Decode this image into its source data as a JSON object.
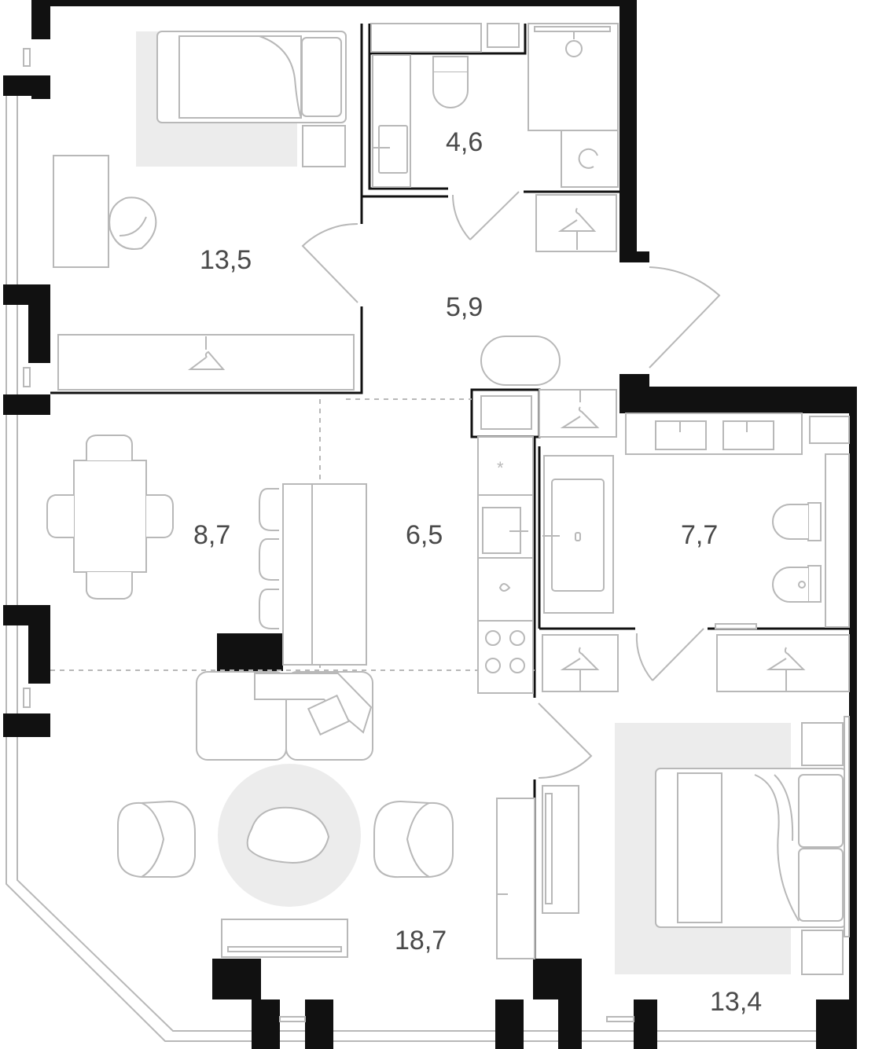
{
  "rooms": [
    {
      "id": "bedroom-1",
      "area": "13,5"
    },
    {
      "id": "bathroom-1",
      "area": "4,6"
    },
    {
      "id": "hall",
      "area": "5,9"
    },
    {
      "id": "dining",
      "area": "8,7"
    },
    {
      "id": "kitchen",
      "area": "6,5"
    },
    {
      "id": "bathroom-2",
      "area": "7,7"
    },
    {
      "id": "living",
      "area": "18,7"
    },
    {
      "id": "bedroom-2",
      "area": "13,4"
    }
  ],
  "colors": {
    "wall": "#111111",
    "line": "#b8b8b8",
    "rug": "#ececec",
    "label": "#4a4a4a"
  },
  "icons": [
    "hanger-icon",
    "sink-icon",
    "toilet-icon",
    "bathtub-icon",
    "stove-icon",
    "washing-machine-icon",
    "bed-icon",
    "armchair-icon",
    "sofa-icon",
    "table-icon"
  ]
}
